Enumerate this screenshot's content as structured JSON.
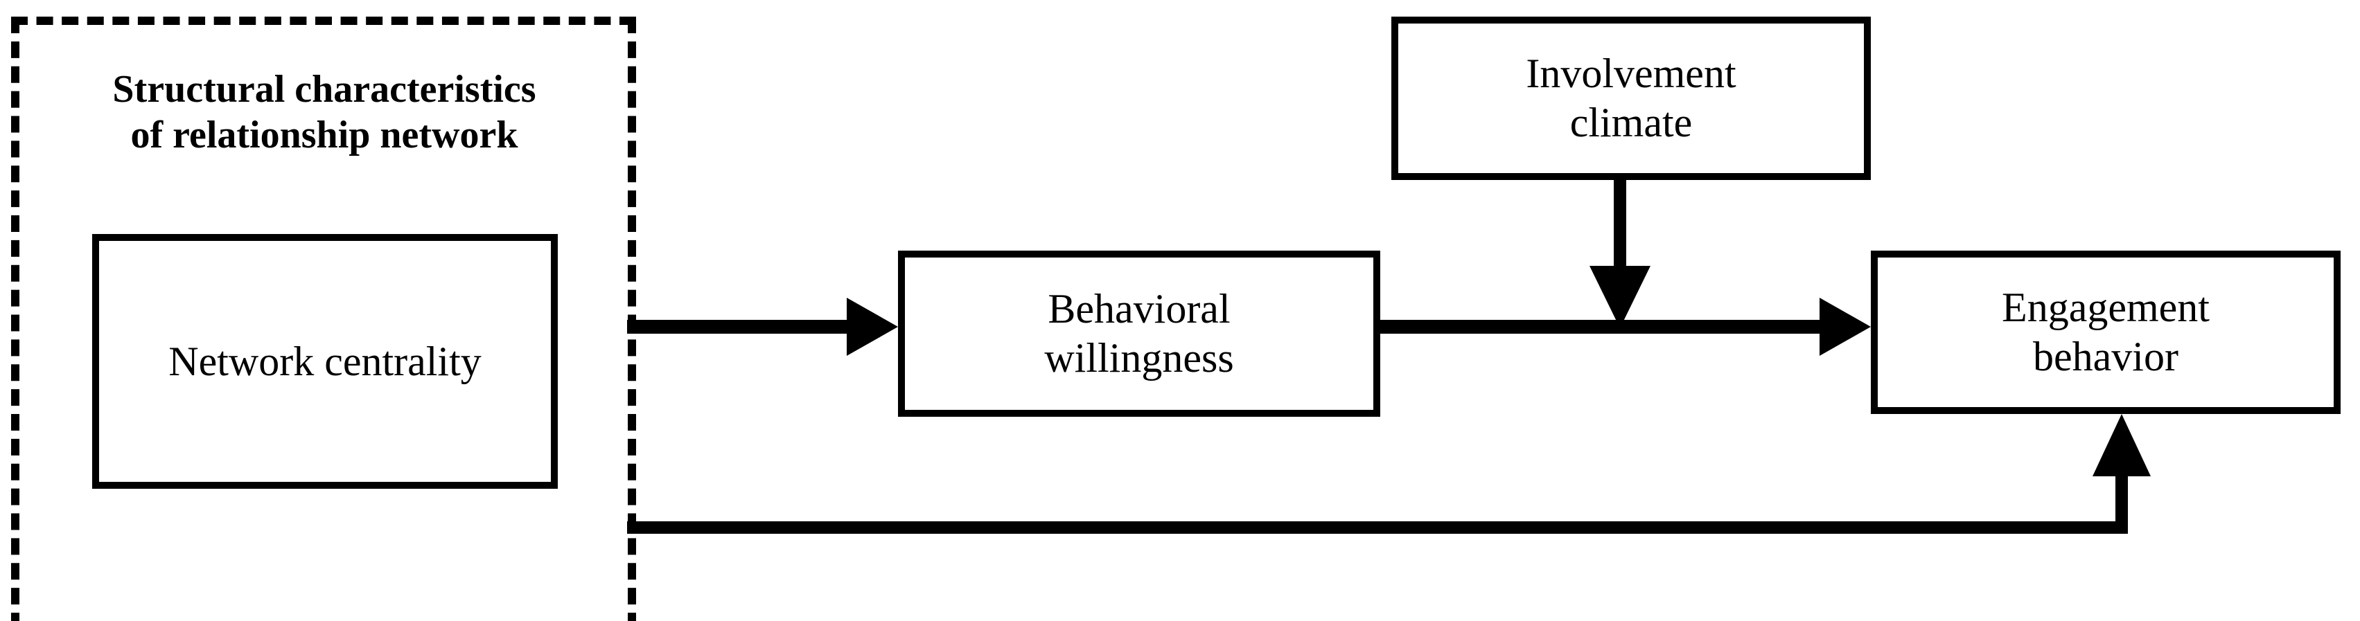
{
  "diagram": {
    "type": "flow-diagram",
    "title": "",
    "background_color": "#ffffff",
    "line_color": "#000000",
    "group": {
      "label": "Structural characteristics\nof relationship network",
      "border_style": "dashed",
      "border_color": "#000000"
    },
    "nodes": [
      {
        "id": "network-centrality",
        "label": "Network centrality",
        "border_style": "solid",
        "border_color": "#000000",
        "fill": "#ffffff"
      },
      {
        "id": "behavioral-willingness",
        "label": "Behavioral\nwillingness",
        "border_style": "solid",
        "border_color": "#000000",
        "fill": "#ffffff"
      },
      {
        "id": "involvement-climate",
        "label": "Involvement\nclimate",
        "border_style": "solid",
        "border_color": "#000000",
        "fill": "#ffffff"
      },
      {
        "id": "engagement-behavior",
        "label": "Engagement\nbehavior",
        "border_style": "solid",
        "border_color": "#000000",
        "fill": "#ffffff"
      }
    ],
    "edges": [
      {
        "id": "edge-centrality-to-willingness",
        "from": "network-centrality",
        "to": "behavioral-willingness",
        "label": "",
        "style": "solid",
        "arrow": "single"
      },
      {
        "id": "edge-willingness-to-engagement",
        "from": "behavioral-willingness",
        "to": "engagement-behavior",
        "label": "",
        "style": "solid",
        "arrow": "single"
      },
      {
        "id": "edge-climate-to-engagement-path",
        "from": "involvement-climate",
        "to": "edge-willingness-to-engagement",
        "label": "",
        "style": "solid",
        "arrow": "single"
      },
      {
        "id": "edge-centrality-to-engagement-direct",
        "from": "network-centrality",
        "to": "engagement-behavior",
        "label": "",
        "style": "solid",
        "arrow": "single"
      }
    ]
  }
}
